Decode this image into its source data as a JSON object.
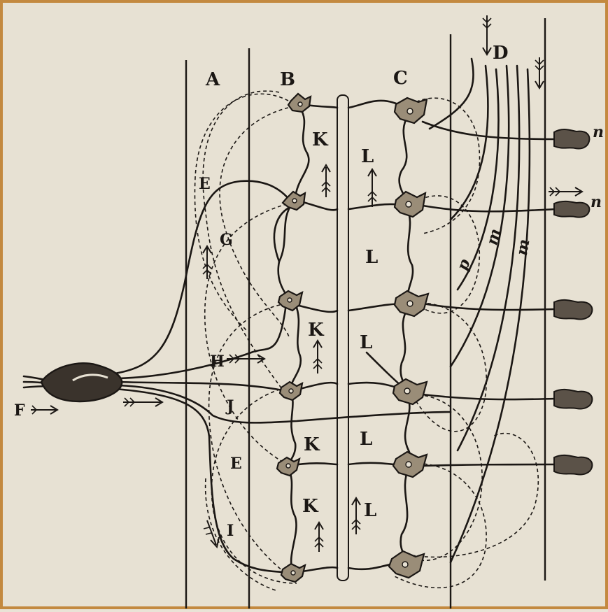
{
  "labels": {
    "A": "A",
    "B": "B",
    "C": "C",
    "D": "D",
    "E1": "E",
    "E2": "E",
    "F": "F",
    "G": "G",
    "H": "H",
    "I": "I",
    "J": "J",
    "K1": "K",
    "K2": "K",
    "K3": "K",
    "K4": "K",
    "L1": "L",
    "L2": "L",
    "L3": "L",
    "L4": "L",
    "L5": "L",
    "n1": "n",
    "n2": "n",
    "p": "p",
    "m1": "m",
    "m2": "m"
  },
  "colors": {
    "frame": "#c3893f",
    "paper": "#e7e1d3",
    "ink": "#1b1714",
    "cell_fill": "#9a8d78"
  },
  "icons": [
    "ganglion-icon",
    "neuron-cell-icon",
    "muscle-fiber-icon",
    "arrow-icon"
  ]
}
